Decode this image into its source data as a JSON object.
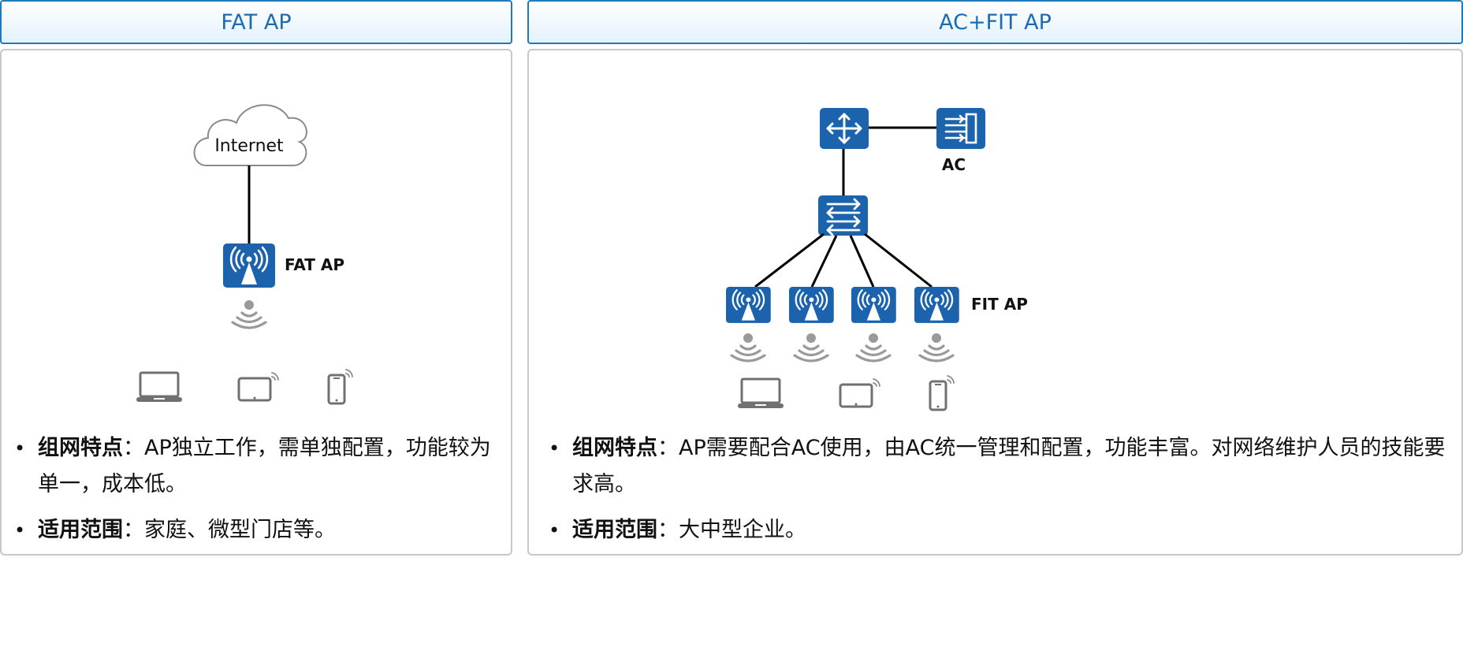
{
  "left": {
    "header": "FAT AP",
    "cloud_label": "Internet",
    "ap_label": "FAT AP",
    "bullets": [
      {
        "key": "组网特点",
        "sep": "：",
        "text": "AP独立工作，需单独配置，功能较为单一，成本低。"
      },
      {
        "key": "适用范围",
        "sep": "：",
        "text": "家庭、微型门店等。"
      }
    ]
  },
  "right": {
    "header": "AC+FIT AP",
    "ac_label": "AC",
    "fit_label": "FIT AP",
    "bullets": [
      {
        "key": "组网特点",
        "sep": "：",
        "text": "AP需要配合AC使用，由AC统一管理和配置，功能丰富。对网络维护人员的技能要求高。"
      },
      {
        "key": "适用范围",
        "sep": "：",
        "text": "大中型企业。"
      }
    ]
  },
  "colors": {
    "header_text": "#1b6cb3",
    "header_border": "#1f7ab8",
    "device_blue": "#1b64ad",
    "line": "#000000",
    "grey": "#8a8a8a"
  }
}
